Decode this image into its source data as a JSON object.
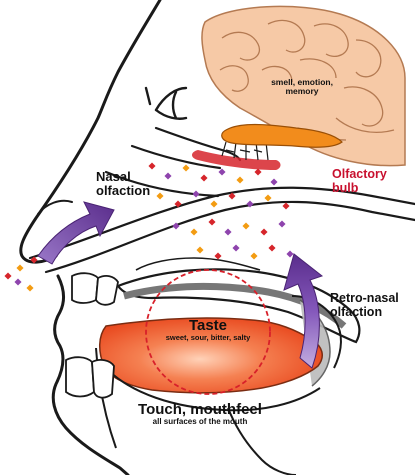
{
  "labels": {
    "brain_region": [
      "smell, emotion,",
      "memory"
    ],
    "olfactory_bulb": [
      "Olfactory",
      "bulb"
    ],
    "nasal_olfaction": [
      "Nasal",
      "olfaction"
    ],
    "retro_nasal": [
      "Retro-nasal",
      "olfaction"
    ],
    "taste_title": "Taste",
    "taste_sub": "sweet, sour, bitter, salty",
    "touch_title": "Touch, mouthfeel",
    "touch_sub": "all surfaces of the mouth"
  },
  "colors": {
    "outline": "#1a1a1a",
    "brain": "#f6c9a6",
    "bulb": "#f28c1c",
    "epithelium": "#d6252b",
    "arrow": "#6a3a9c",
    "tongue": "#f15a24",
    "taste_circle": "#d8202a",
    "label_red": "#c8102e",
    "particle_colors": [
      "#d6252b",
      "#8e44ad",
      "#f39c12"
    ]
  },
  "icons": [
    "eye-icon",
    "nasal-arrow-icon",
    "retronasal-arrow-icon"
  ]
}
